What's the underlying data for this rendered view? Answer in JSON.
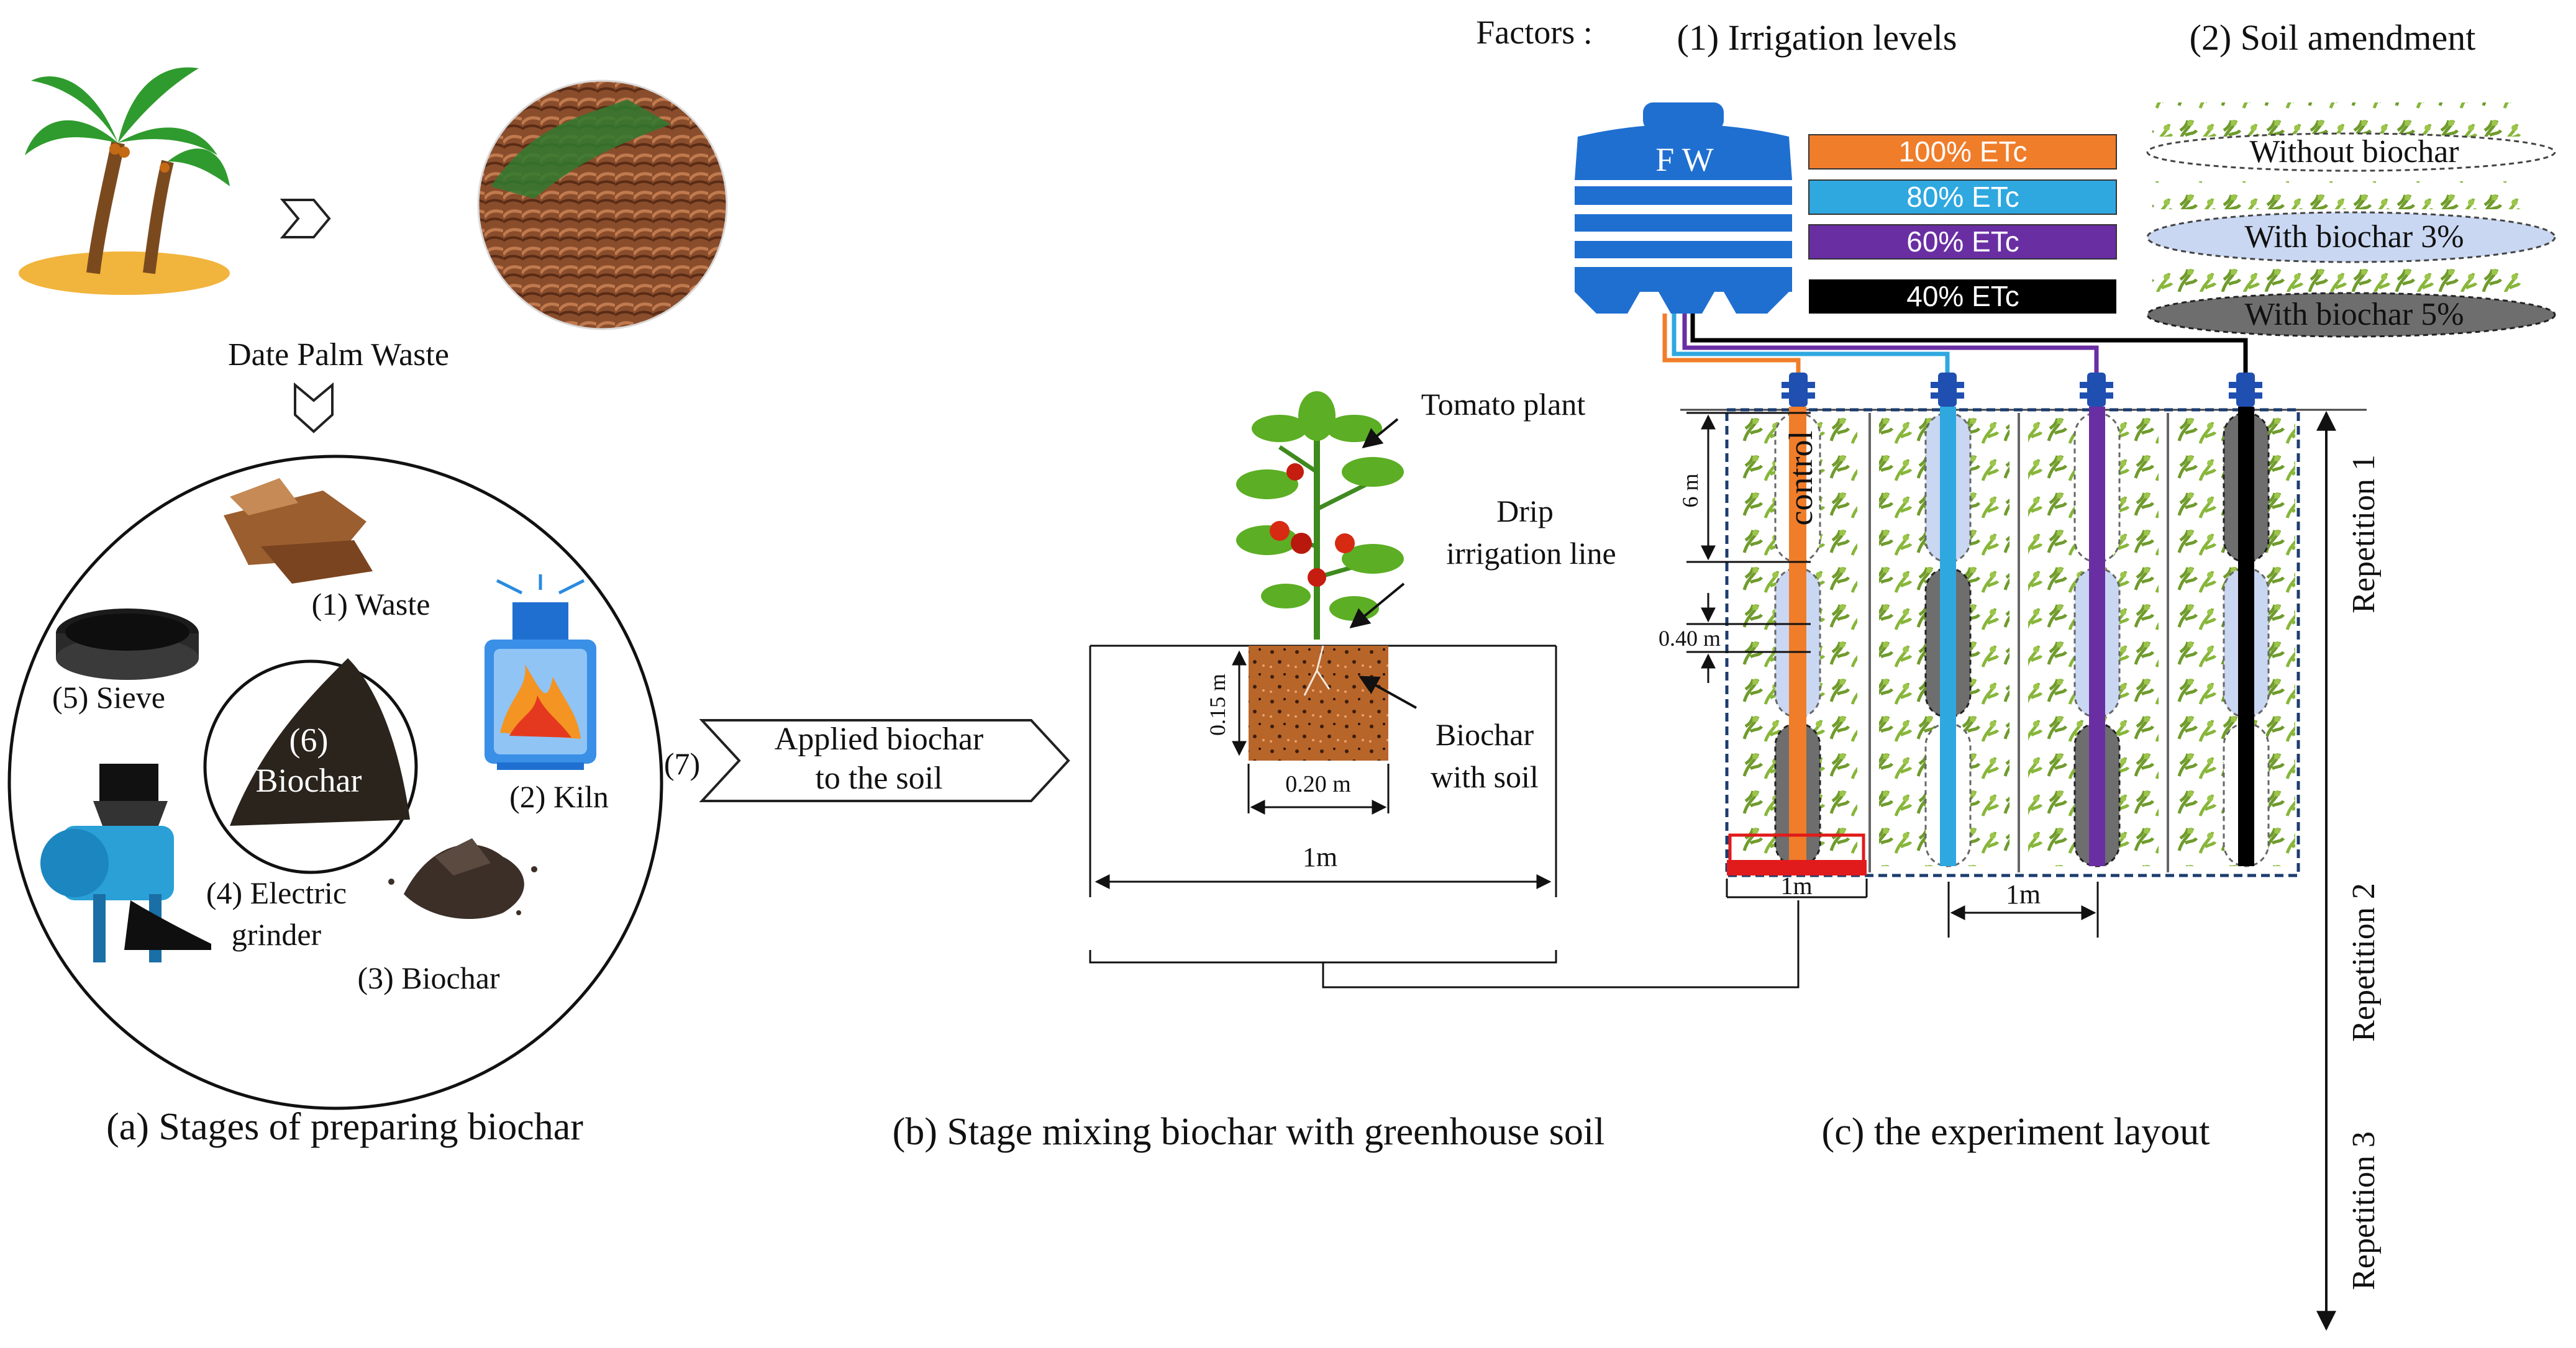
{
  "colors": {
    "tank_blue": "#1f6fd1",
    "level_100": "#f07d2a",
    "level_80": "#2fa8e0",
    "level_60": "#6a2ea3",
    "level_40": "#000000",
    "biochar_3": "#c9d7f2",
    "biochar_5": "#6e6e6e",
    "control_red": "#e11b1b"
  },
  "icons": [
    "palm-tree-icon",
    "chevron-right-icon",
    "chevron-down-icon",
    "water-tank-icon",
    "tomato-plant-icon",
    "kiln-icon",
    "grinder-icon",
    "sieve-icon",
    "dripper-icon"
  ],
  "panel_a": {
    "source_label": "Date Palm Waste",
    "steps": {
      "waste": "(1) Waste",
      "kiln": "(2) Kiln",
      "biochar": "(3) Biochar",
      "grinder_line1": "(4) Electric",
      "grinder_line2": "grinder",
      "sieve": "(5) Sieve",
      "final_num": "(6)",
      "final_label": "Biochar"
    },
    "caption": "(a) Stages of preparing biochar"
  },
  "panel_b": {
    "step_num": "(7)",
    "arrow_line1": "Applied  biochar",
    "arrow_line2": "to the soil",
    "tomato_label": "Tomato plant",
    "drip_line1": "Drip",
    "drip_line2": "irrigation line",
    "mix_line1": "Biochar",
    "mix_line2": "with soil",
    "depth": "0.15 m",
    "width": "0.20 m",
    "bed_width": "1m",
    "caption": "(b) Stage mixing biochar with greenhouse soil"
  },
  "panel_c": {
    "factors_label": "Factors :",
    "factor1": "(1) Irrigation levels",
    "factor2": "(2) Soil amendment",
    "tank_label": "F W",
    "irrigation_levels": [
      "100% ETc",
      "80% ETc",
      "60% ETc",
      "40% ETc"
    ],
    "amendments": [
      "Without biochar",
      "With biochar 3%",
      "With biochar 5%"
    ],
    "control_label": "control",
    "dim_length": "6 m",
    "dim_gap": "0.40 m",
    "dim_width_1": "1m",
    "dim_width_2": "1m",
    "repetitions": [
      "Repetition 1",
      "Repetition 2",
      "Repetition 3"
    ],
    "caption": "(c) the experiment layout"
  }
}
